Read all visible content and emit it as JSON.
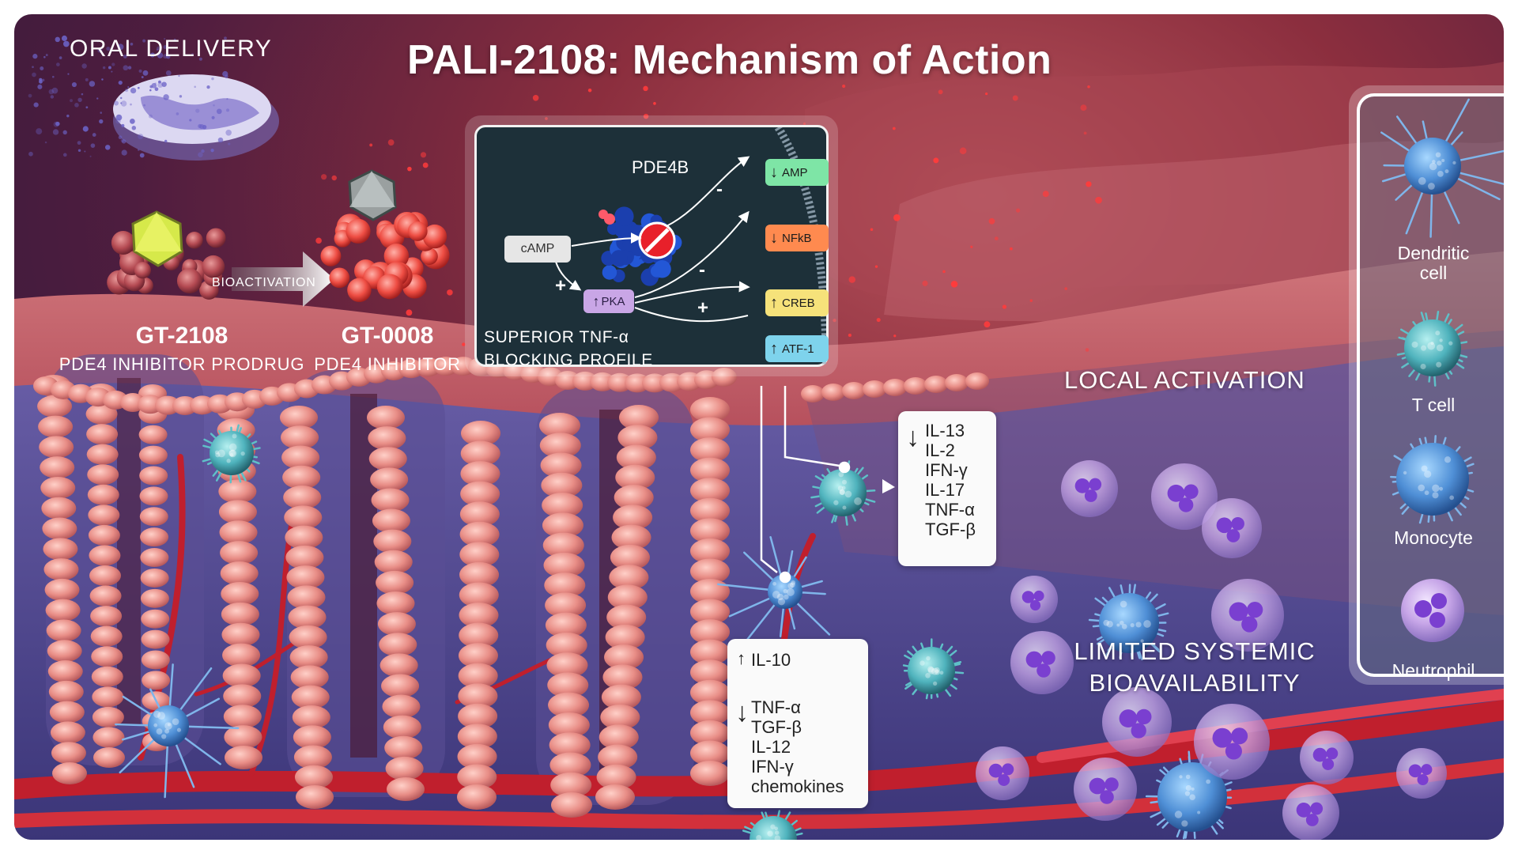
{
  "title": "PALI-2108: Mechanism of Action",
  "oral_delivery": "ORAL DELIVERY",
  "bioactivation": "BIOACTIVATION",
  "prodrug": {
    "name": "GT-2108",
    "subtitle": "PDE4 INHIBITOR PRODRUG"
  },
  "active": {
    "name": "GT-0008",
    "subtitle": "PDE4 INHIBITOR"
  },
  "panel": {
    "enzyme": "PDE4B",
    "camp": "cAMP",
    "pka": "PKA",
    "pka_arrow": "↑",
    "minus_1": "-",
    "minus_2": "-",
    "plus_1": "+",
    "plus_2": "+",
    "blocking_line1": "SUPERIOR TNF-α",
    "blocking_line2": "BLOCKING PROFILE",
    "outputs": [
      {
        "arrow": "↓",
        "label": "AMP",
        "color": "#7ee5a6"
      },
      {
        "arrow": "↓",
        "label": "NFkB",
        "color": "#ff8a4f"
      },
      {
        "arrow": "↑",
        "label": "CREB",
        "color": "#f6e27a"
      },
      {
        "arrow": "↑",
        "label": "ATF-1",
        "color": "#7ed3ec"
      }
    ]
  },
  "local_activation": "LOCAL ACTIVATION",
  "limited_line1": "LIMITED SYSTEMIC",
  "limited_line2": "BIOAVAILABILITY",
  "callout_tcell": {
    "arrow": "↓",
    "items": [
      "IL-13",
      "IL-2",
      "IFN-γ",
      "IL-17",
      "TNF-α",
      "TGF-β"
    ]
  },
  "callout_dendritic": {
    "up_arrow": "↑",
    "up_item": "IL-10",
    "down_arrow": "↓",
    "down_items": [
      "TNF-α",
      "TGF-β",
      "IL-12",
      "IFN-γ",
      "chemokines"
    ]
  },
  "cell_types": [
    {
      "line1": "Dendritic",
      "line2": "cell"
    },
    {
      "line1": "T cell",
      "line2": ""
    },
    {
      "line1": "Monocyte",
      "line2": ""
    },
    {
      "line1": "Neutrophil",
      "line2": ""
    }
  ]
}
